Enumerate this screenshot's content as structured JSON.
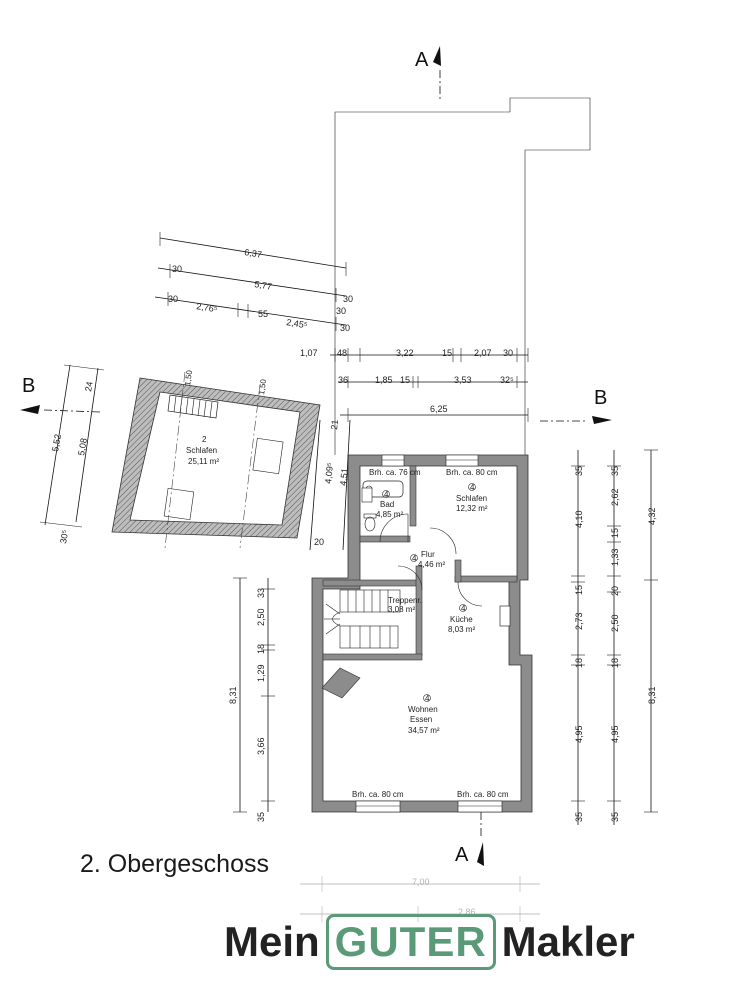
{
  "section_labels": {
    "a_top": "A",
    "a_bottom": "A",
    "b_left": "B",
    "b_right": "B"
  },
  "floor_title": "2. Obergeschoss",
  "brand": {
    "left": "Mein",
    "box": "GUTER",
    "right": "Makler"
  },
  "rooms": {
    "dach_schlafen": {
      "num": "2",
      "name": "Schlafen",
      "area": "25,11 m²"
    },
    "bad": {
      "num": "4",
      "name": "Bad",
      "area": "4,85 m²"
    },
    "schlafen": {
      "num": "4",
      "name": "Schlafen",
      "area": "12,32 m²"
    },
    "flur": {
      "num": "4",
      "name": "Flur",
      "area": "4,46 m²"
    },
    "treppen": {
      "name": "Treppenr.",
      "area": "3,08 m²"
    },
    "kueche": {
      "num": "4",
      "name": "Küche",
      "area": "8,03 m²"
    },
    "wohnen": {
      "num": "4",
      "name1": "Wohnen",
      "name2": "Essen",
      "area": "34,57 m²"
    }
  },
  "windows": {
    "bad": "Brh. ca. 76 cm",
    "schlafen": "Brh. ca. 80 cm",
    "wohnen_left": "Brh. ca. 80 cm",
    "wohnen_right": "Brh. ca. 80 cm"
  },
  "dims": {
    "top1": "6,37",
    "top2a": "30",
    "top2b": "5,77",
    "top2c": "30",
    "top3a": "30",
    "top3b": "2,76⁵",
    "top3c": "55",
    "top3d": "2,45⁵",
    "top3e": "30",
    "top3f": "30",
    "row1a": "1,07",
    "row1b": "48",
    "row1c": "3,22",
    "row1d": "15",
    "row1e": "2,07",
    "row1f": "30",
    "row2a": "36",
    "row2b": "1,85",
    "row2c": "15",
    "row2d": "3,53",
    "row2e": "32⁵",
    "row3": "6,25",
    "dl_a": "5,52",
    "dl_b": "5,08",
    "dl_c": "24",
    "dl_d": "30⁵",
    "roof_a": "1,50",
    "roof_b": "1,50",
    "mid_a": "21",
    "mid_b": "4,09⁵",
    "mid_c": "4,51",
    "mid_d": "20",
    "left_a": "8,31",
    "left_b": "33",
    "left_c": "2,50",
    "left_d": "18",
    "left_e": "1,29",
    "left_f": "3,66",
    "left_g": "35",
    "r1_a": "35",
    "r1_b": "4,10",
    "r1_c": "15",
    "r1_d": "2,73",
    "r1_e": "18",
    "r1_f": "4,95",
    "r1_g": "35",
    "r2_a": "35",
    "r2_b": "2,62",
    "r2_c": "15",
    "r2_d": "1,33",
    "r2_e": "20",
    "r2_f": "2,50",
    "r2_g": "18",
    "r2_h": "4,95",
    "r2_i": "35",
    "r3_a": "4,32",
    "r3_b": "8,31",
    "bot_a": "7,00",
    "bot_b": "2,86"
  }
}
